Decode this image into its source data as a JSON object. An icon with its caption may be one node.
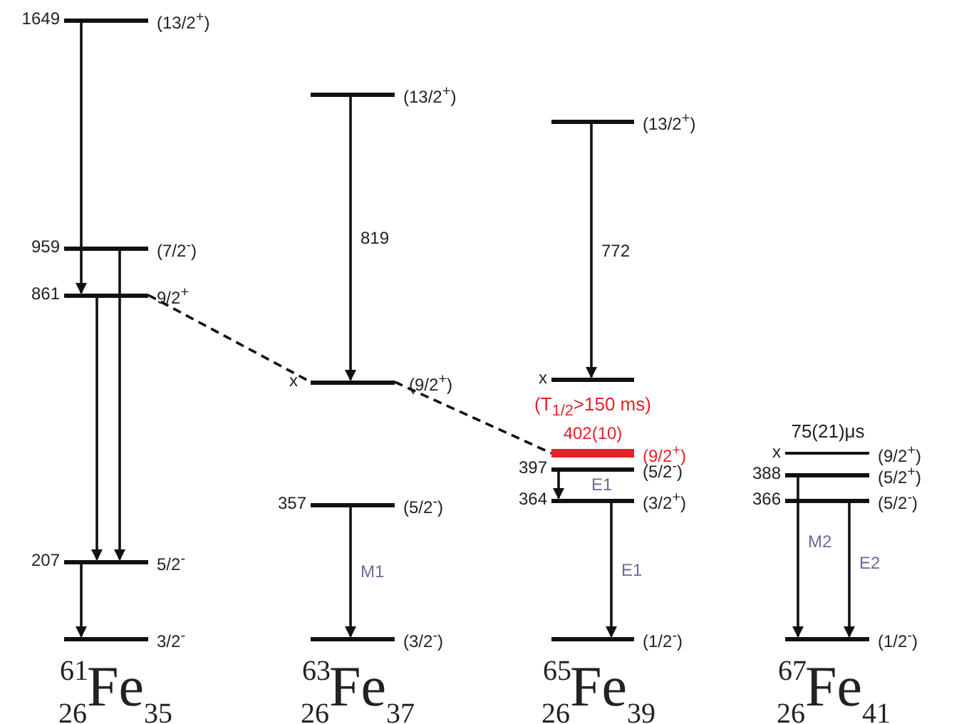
{
  "diagram": {
    "nodes": [
      {
        "text": [
          "1649",
          "(13/2$^{+}$)"
        ]
      },
      {
        "text": [
          "959",
          "(7/2$^{-}$)"
        ]
      },
      {
        "text": [
          "861",
          "9/2$^{+}$"
        ]
      },
      {
        "text": [
          "207",
          "5/2$^{-}$"
        ]
      },
      {
        "text": [
          "3/2$^{-}$"
        ]
      },
      {
        "text": [
          "(13/2$^{+}$)"
        ]
      },
      {
        "text": [
          "x",
          "(9/2$^{+}$)"
        ]
      },
      {
        "text": [
          "357",
          "(5/2$^{-}$)"
        ]
      },
      {
        "text": [
          "(3/2$^{-}$)"
        ]
      },
      {
        "text": [
          "(13/2$^{+}$)"
        ]
      },
      {
        "text": [
          "x"
        ]
      },
      {
        "text": [
          "402(10)",
          "(9/2$^{+}$)"
        ]
      },
      {
        "text": [
          "397",
          "(5/2$^{-}$)"
        ]
      },
      {
        "text": [
          "364",
          "(3/2$^{+}$)"
        ]
      },
      {
        "text": [
          "(1/2$^{-}$)"
        ]
      },
      {
        "text": [
          "x",
          "(9/2$^{+}$)"
        ],
        "beside": [
          "75(21)μs"
        ]
      },
      {
        "text": [
          "388",
          "(5/2$^{+}$)"
        ]
      },
      {
        "text": [
          "366",
          "(5/2$^{-}$)"
        ]
      },
      {
        "text": [
          "(1/2$^{-}$)"
        ]
      }
    ],
    "edges": [
      {
        "from": 0,
        "to": 2,
        "arrow": "to"
      },
      {
        "from": 1,
        "to": 3,
        "arrow": "to"
      },
      {
        "from": 2,
        "to": 3,
        "arrow": "to"
      },
      {
        "from": 3,
        "to": 4,
        "arrow": "to"
      },
      {
        "from": 2,
        "to": 6,
        "arrow": "none",
        "style": "dashed"
      },
      {
        "from": 5,
        "to": 6,
        "arrow": "to",
        "label": "819"
      },
      {
        "from": 7,
        "to": 8,
        "arrow": "to",
        "label": "M1"
      },
      {
        "from": 6,
        "to": 11,
        "arrow": "none",
        "style": "dashed"
      },
      {
        "from": 9,
        "to": 10,
        "arrow": "to",
        "label": "772"
      },
      {
        "from": 12,
        "to": 13,
        "arrow": "to",
        "label": "E1"
      },
      {
        "from": 13,
        "to": 14,
        "arrow": "to",
        "label": "E1"
      },
      {
        "from": 16,
        "to": 18,
        "arrow": "to",
        "label": "M2"
      },
      {
        "from": 17,
        "to": 18,
        "arrow": "to",
        "label": "E2"
      }
    ],
    "labels": [
      "(T$_{1/2}$>150 ms)",
      "$^{61}$$_{26}$Fe$_{35}$",
      "$^{63}$$_{26}$Fe$_{37}$",
      "$^{65}$$_{26}$Fe$_{39}$",
      "$^{67}$$_{26}$Fe$_{41}$"
    ]
  }
}
